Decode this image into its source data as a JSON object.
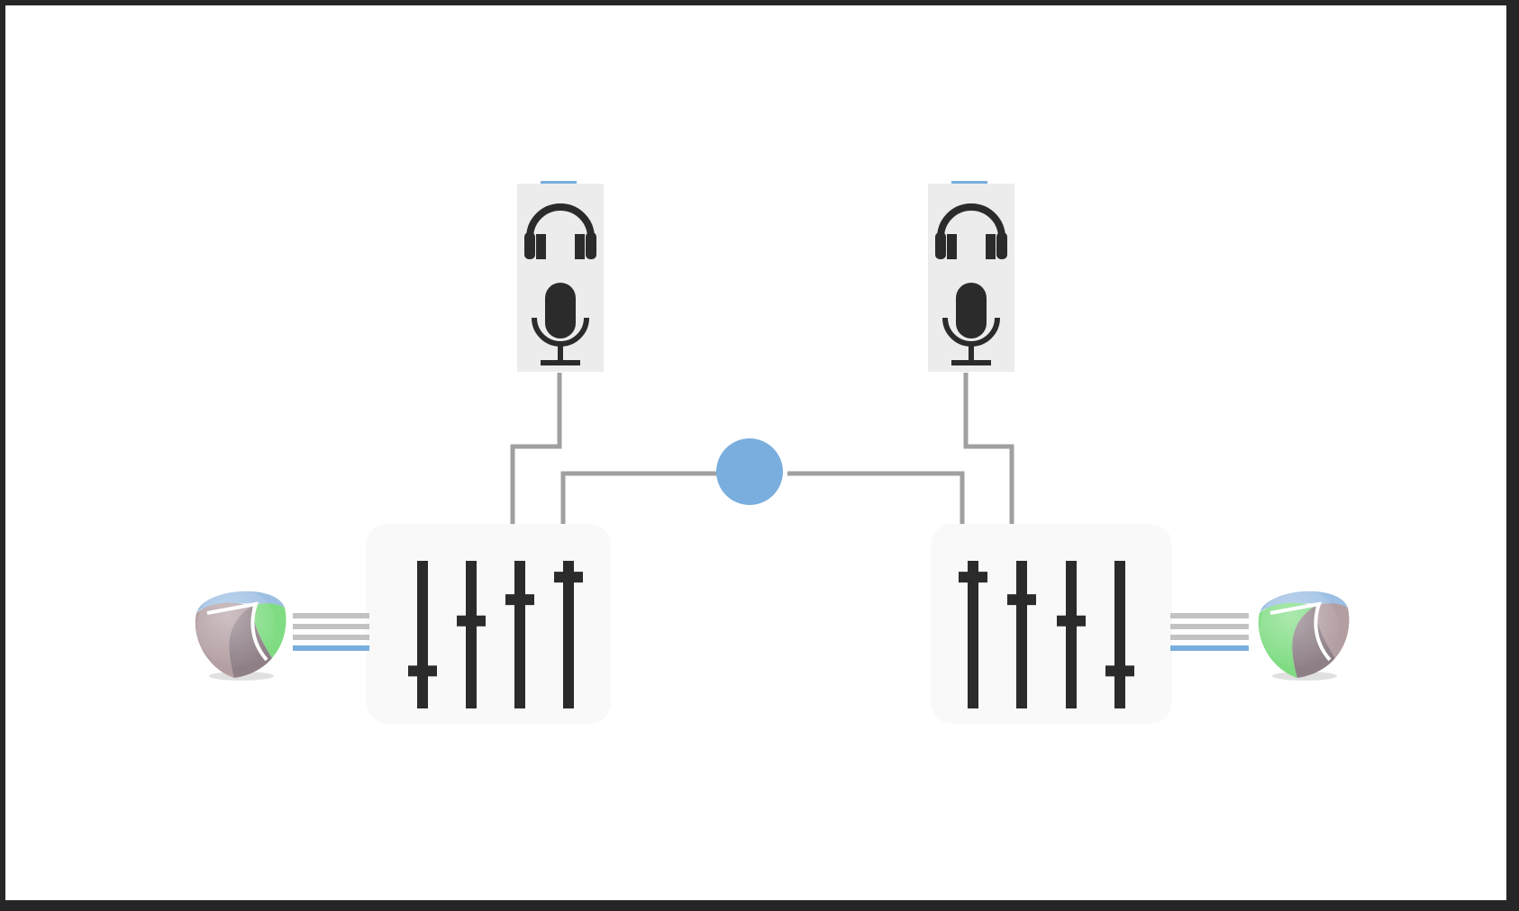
{
  "diagram": {
    "colors": {
      "frame": "#262626",
      "background": "#ffffff",
      "icon": "#2b2b2b",
      "connector": "#a0a0a0",
      "hub": "#79aede",
      "headset_panel": "#ececec",
      "mixer_panel": "#f9f9f9",
      "accent_line": "#79aede"
    },
    "nodes": [
      {
        "id": "headset-left",
        "kind": "headset",
        "icons": [
          "headphones-icon",
          "microphone-icon"
        ]
      },
      {
        "id": "headset-right",
        "kind": "headset",
        "icons": [
          "headphones-icon",
          "microphone-icon"
        ]
      },
      {
        "id": "hub",
        "kind": "hub"
      },
      {
        "id": "mixer-left",
        "kind": "mixer",
        "icon": "mixer-sliders-icon",
        "fader_levels": [
          0.17,
          0.57,
          0.74,
          0.92
        ]
      },
      {
        "id": "mixer-right",
        "kind": "mixer",
        "icon": "mixer-sliders-icon",
        "fader_levels": [
          0.92,
          0.74,
          0.57,
          0.17
        ]
      },
      {
        "id": "app-left",
        "kind": "application",
        "icon": "app-logo-icon"
      },
      {
        "id": "app-right",
        "kind": "application",
        "icon": "app-logo-icon"
      }
    ],
    "connections": [
      {
        "from": "headset-left",
        "to": "mixer-left"
      },
      {
        "from": "hub",
        "to": "mixer-left"
      },
      {
        "from": "hub",
        "to": "mixer-right"
      },
      {
        "from": "headset-right",
        "to": "mixer-right"
      },
      {
        "from": "app-left",
        "to": "mixer-left",
        "lines": 4
      },
      {
        "from": "app-right",
        "to": "mixer-right",
        "lines": 4
      }
    ]
  }
}
